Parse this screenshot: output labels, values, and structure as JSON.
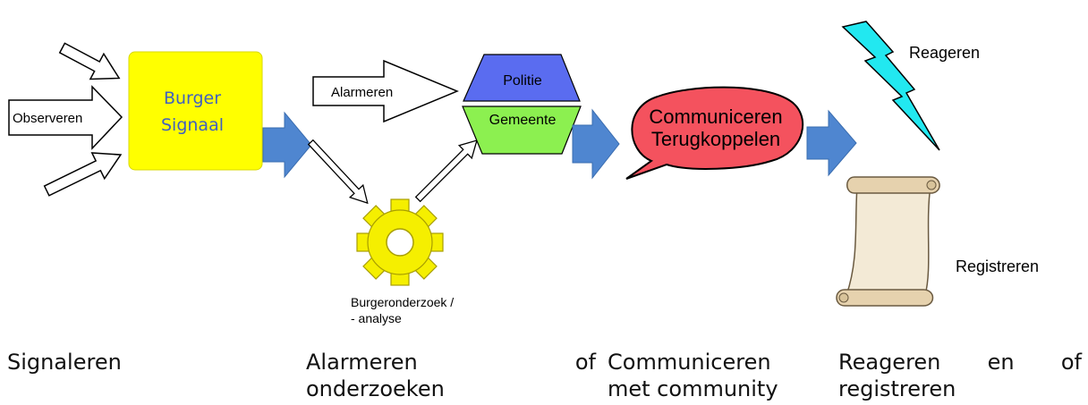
{
  "inputs": {
    "observe_label": "Observeren"
  },
  "signal_box": {
    "line1": "Burger",
    "line2": "Signaal",
    "fill": "#ffff00",
    "text_color": "#4060c0"
  },
  "alarm": {
    "arrow_label": "Alarmeren"
  },
  "authorities": {
    "top_label": "Politie",
    "top_fill": "#5a6cf0",
    "bottom_label": "Gemeente",
    "bottom_fill": "#8cf050"
  },
  "research": {
    "line1": "Burgeronderzoek /",
    "line2": "- analyse",
    "gear_fill": "#f5ef00"
  },
  "bubble": {
    "line1": "Communiceren",
    "line2": "Terugkoppelen",
    "fill": "#f4525e"
  },
  "react": {
    "label": "Reageren",
    "bolt_fill": "#22e8f0"
  },
  "register": {
    "label": "Registreren",
    "scroll_fill": "#f3ead6"
  },
  "flow_arrow_color": "#4f86d0",
  "captions": {
    "c1": "Signaleren",
    "c2_word1": "Alarmeren",
    "c2_word2": "of",
    "c2_line2": "onderzoeken",
    "c3_line1": "Communiceren",
    "c3_line2": "met community",
    "c4_word1": "Reageren",
    "c4_word2": "en",
    "c4_word3": "of",
    "c4_line2": "registreren"
  }
}
